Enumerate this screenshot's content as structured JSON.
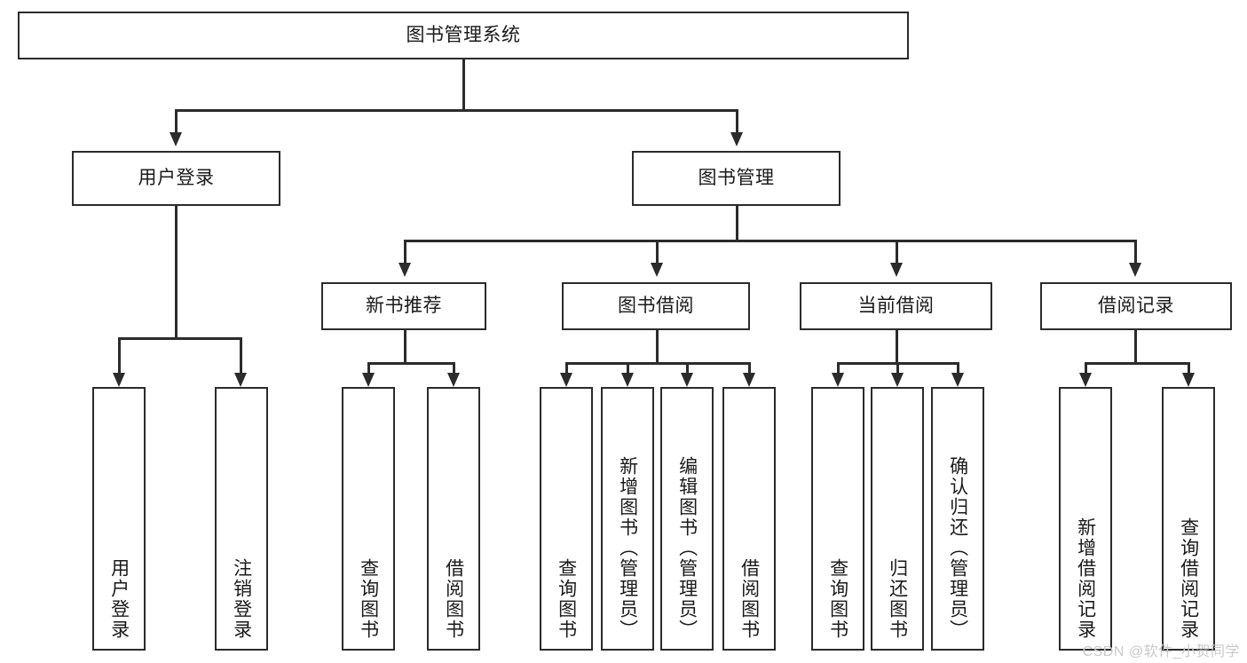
{
  "diagram": {
    "type": "tree-hierarchy",
    "title": "图书管理系统",
    "root": {
      "label": "图书管理系统"
    },
    "level2": [
      {
        "label": "用户登录"
      },
      {
        "label": "图书管理"
      }
    ],
    "level3": [
      {
        "label": "新书推荐"
      },
      {
        "label": "图书借阅"
      },
      {
        "label": "当前借阅"
      },
      {
        "label": "借阅记录"
      }
    ],
    "leaves": {
      "user_login": [
        {
          "label": "用户登录"
        },
        {
          "label": "注销登录"
        }
      ],
      "new_book_recommend": [
        {
          "label": "查询图书"
        },
        {
          "label": "借阅图书"
        }
      ],
      "book_borrow": [
        {
          "label": "查询图书"
        },
        {
          "label": "新增图书（管理员）"
        },
        {
          "label": "编辑图书（管理员）"
        },
        {
          "label": "借阅图书"
        }
      ],
      "current_borrow": [
        {
          "label": "查询图书"
        },
        {
          "label": "归还图书"
        },
        {
          "label": "确认归还（管理员）"
        }
      ],
      "borrow_record": [
        {
          "label": "新增借阅记录"
        },
        {
          "label": "查询借阅记录"
        }
      ]
    }
  },
  "watermark": {
    "text": "CSDN @软件_小贺同学"
  },
  "colors": {
    "border": "#2b2b2b",
    "background": "#ffffff",
    "text": "#1a1a1a",
    "watermark": "#c9c9c9"
  }
}
